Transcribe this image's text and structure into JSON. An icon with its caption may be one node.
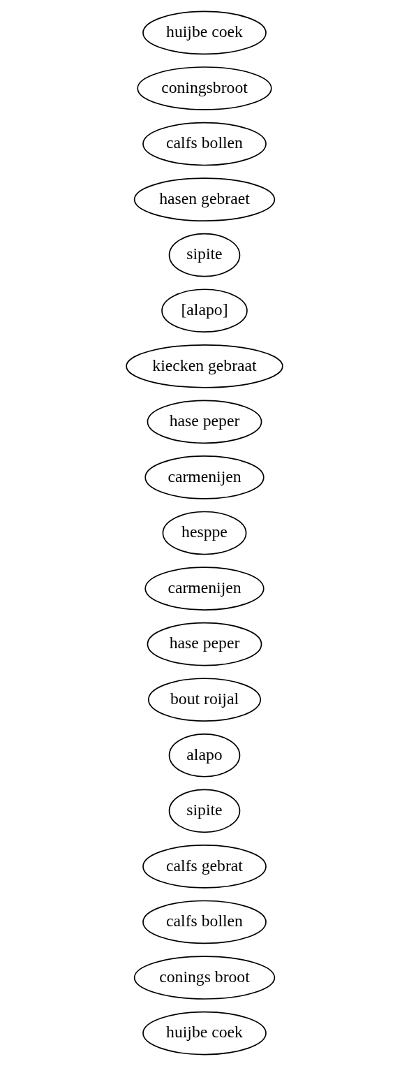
{
  "diagram": {
    "nodes": [
      {
        "text": [
          "huijbe coek"
        ]
      },
      {
        "text": [
          "conings broot"
        ]
      },
      {
        "text": [
          "calfs bollen"
        ]
      },
      {
        "text": [
          "calfs gebrat"
        ]
      },
      {
        "text": [
          "sipite"
        ]
      },
      {
        "text": [
          "alapo"
        ]
      },
      {
        "text": [
          "bout roijal"
        ]
      },
      {
        "text": [
          "hase peper"
        ]
      },
      {
        "text": [
          "carmenijen"
        ]
      },
      {
        "text": [
          "hesppe"
        ]
      },
      {
        "text": [
          "carmenijen"
        ]
      },
      {
        "text": [
          "hase peper"
        ]
      },
      {
        "text": [
          "kiecken gebraat"
        ]
      },
      {
        "text": [
          "[alapo]"
        ]
      },
      {
        "text": [
          "sipite"
        ]
      },
      {
        "text": [
          "hasen gebraet"
        ]
      },
      {
        "text": [
          "calfs bollen"
        ]
      },
      {
        "text": [
          "coningsbroot"
        ]
      },
      {
        "text": [
          "huijbe coek"
        ]
      }
    ]
  }
}
